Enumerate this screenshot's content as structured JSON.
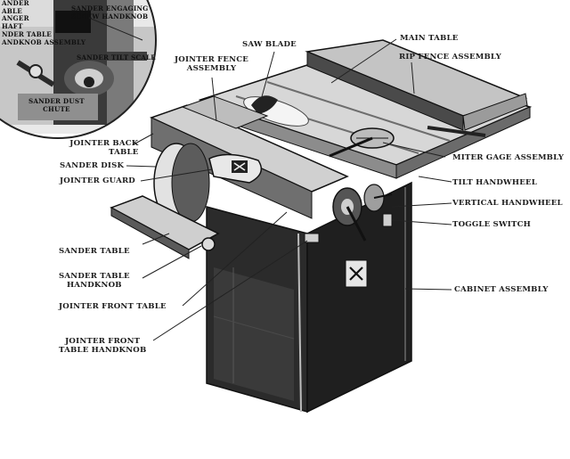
{
  "diagram": {
    "colors": {
      "ink": "#1d1d1d",
      "dark": "#2a2a2a",
      "mid": "#8a8a8a",
      "light": "#d8d8d8",
      "paper": "#ffffff"
    },
    "inset_labels": [
      {
        "id": "sander-table-hanger-shaft",
        "lines": [
          "ANDER",
          "ABLE",
          "ANGER",
          "HAFT"
        ]
      },
      {
        "id": "sander-engaging-screw-handknob",
        "lines": [
          "SANDER ENGAGING",
          "SCREW HANDKNOB"
        ]
      },
      {
        "id": "sander-table-handknob-assembly",
        "lines": [
          "NDER TABLE",
          "ANDKNOB ASSEMBLY"
        ]
      },
      {
        "id": "sander-tilt-scale",
        "lines": [
          "SANDER TILT SCALE"
        ]
      },
      {
        "id": "sander-dust-chute",
        "lines": [
          "SANDER DUST",
          "CHUTE"
        ]
      }
    ],
    "labels": [
      {
        "id": "saw-blade",
        "lines": [
          "SAW BLADE"
        ]
      },
      {
        "id": "main-table",
        "lines": [
          "MAIN TABLE"
        ]
      },
      {
        "id": "jointer-fence-assembly",
        "lines": [
          "JOINTER FENCE",
          "ASSEMBLY"
        ]
      },
      {
        "id": "rip-fence-assembly",
        "lines": [
          "RIP FENCE ASSEMBLY"
        ]
      },
      {
        "id": "jointer-back-table",
        "lines": [
          "JOINTER BACK",
          "TABLE"
        ]
      },
      {
        "id": "sander-disk",
        "lines": [
          "SANDER DISK"
        ]
      },
      {
        "id": "jointer-guard",
        "lines": [
          "JOINTER GUARD"
        ]
      },
      {
        "id": "miter-gage-assembly",
        "lines": [
          "MITER GAGE ASSEMBLY"
        ]
      },
      {
        "id": "tilt-handwheel",
        "lines": [
          "TILT HANDWHEEL"
        ]
      },
      {
        "id": "vertical-handwheel",
        "lines": [
          "VERTICAL HANDWHEEL"
        ]
      },
      {
        "id": "toggle-switch",
        "lines": [
          "TOGGLE SWITCH"
        ]
      },
      {
        "id": "sander-table",
        "lines": [
          "SANDER TABLE"
        ]
      },
      {
        "id": "sander-table-handknob",
        "lines": [
          "SANDER TABLE",
          "HANDKNOB"
        ]
      },
      {
        "id": "jointer-front-table",
        "lines": [
          "JOINTER FRONT TABLE"
        ]
      },
      {
        "id": "cabinet-assembly",
        "lines": [
          "CABINET ASSEMBLY"
        ]
      },
      {
        "id": "jointer-front-table-handknob",
        "lines": [
          "JOINTER FRONT",
          "TABLE HANDKNOB"
        ]
      }
    ]
  }
}
